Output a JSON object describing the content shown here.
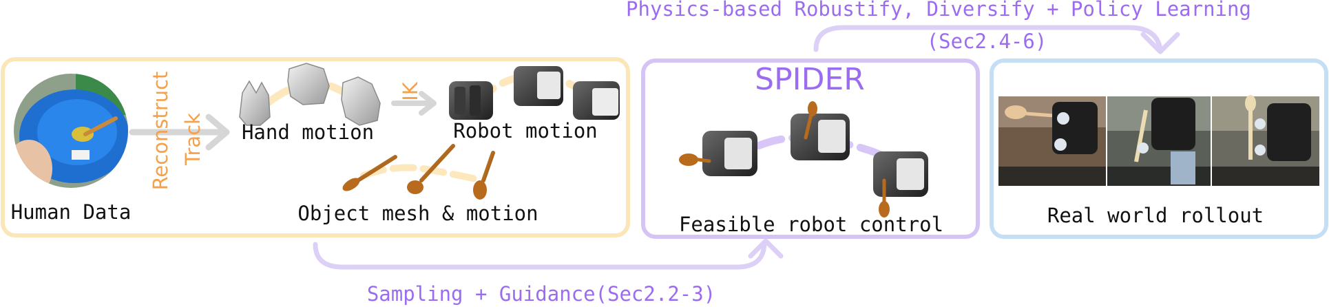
{
  "top_caption": {
    "line1": "Physics-based Robustify, Diversify + Policy Learning",
    "line2": "(Sec2.4-6)"
  },
  "bottom_caption": "Sampling + Guidance(Sec2.2-3)",
  "human_panel": {
    "human_label": "Human Data",
    "reconstruct_label": "Reconstruct",
    "track_label": "Track",
    "hand_label": "Hand motion",
    "ik_label": "IK",
    "robot_label": "Robot motion",
    "object_label": "Object mesh & motion"
  },
  "spider_panel": {
    "title": "SPIDER",
    "label": "Feasible robot control"
  },
  "real_panel": {
    "label": "Real world rollout"
  },
  "colors": {
    "yellow_border": "#fbe6b7",
    "purple_border": "#d4c4f5",
    "blue_border": "#c3def5",
    "accent_purple": "#9c6cf0",
    "accent_orange": "#f5a04a",
    "gray_arrow": "#cfcfcf",
    "trajectory_yellow": "#fde8bd",
    "trajectory_purple": "#d8c6f8",
    "spoon": "#b86b1c"
  }
}
